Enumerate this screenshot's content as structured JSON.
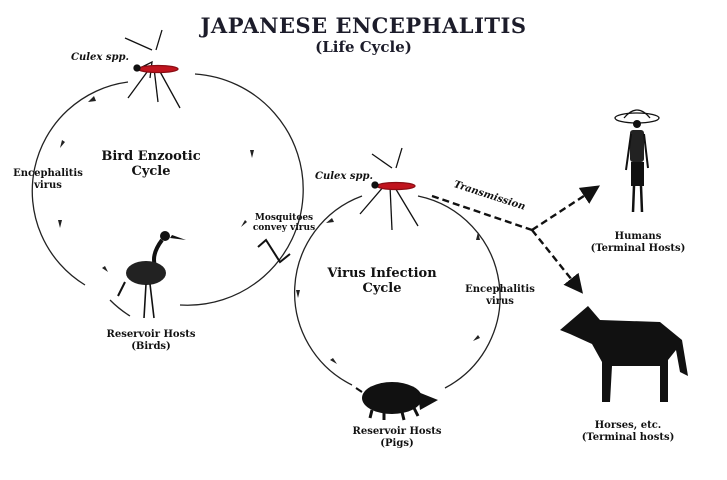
{
  "title": "JAPANESE ENCEPHALITIS",
  "subtitle": "(Life Cycle)",
  "bird_cycle": {
    "name_line1": "Bird Enzootic",
    "name_line2": "Cycle",
    "vector": "Culex spp.",
    "virus_line1": "Encephalitis",
    "virus_line2": "virus",
    "host_line1": "Reservoir Hosts",
    "host_line2": "(Birds)"
  },
  "link": {
    "line1": "Mosquitoes",
    "line2": "convey virus"
  },
  "virus_cycle": {
    "name_line1": "Virus Infection",
    "name_line2": "Cycle",
    "vector": "Culex spp.",
    "virus_line1": "Encephalitis",
    "virus_line2": "virus",
    "host_line1": "Reservoir Hosts",
    "host_line2": "(Pigs)"
  },
  "transmission": "Transmission",
  "humans": {
    "line1": "Humans",
    "line2": "(Terminal Hosts)"
  },
  "horses": {
    "line1": "Horses, etc.",
    "line2": "(Terminal hosts)"
  },
  "colors": {
    "ink": "#111111",
    "mosquito_red": "#c0141e",
    "title": "#1c1c2a"
  }
}
